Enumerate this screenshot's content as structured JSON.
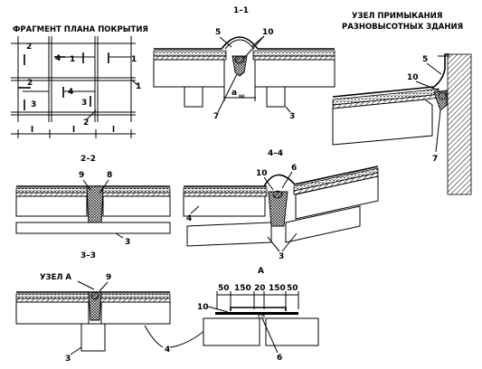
{
  "titles": {
    "plan_fragment": "ФРАГМЕНТ ПЛАНА ПОКРЫТИЯ",
    "junction_1": "УЗЕЛ ПРИМЫКАНИЯ",
    "junction_2": "РАЗНОВЫСОТНЫХ ЗДАНИЯ"
  },
  "sections": {
    "s11": "1–1",
    "s22": "2–2",
    "s33": "3–3",
    "s44": "4–4",
    "a": "А",
    "uzel_a": "УЗЕЛ А"
  },
  "dimension_a": {
    "d1": "50",
    "d2": "150",
    "d3": "20",
    "d4": "150",
    "d5": "50"
  },
  "dim_label": "a",
  "dim_sub": "ш",
  "plan_span": "l",
  "callouts": {
    "n1": "1",
    "n2": "2",
    "n3": "3",
    "n4": "4",
    "n5": "5",
    "n6": "6",
    "n7": "7",
    "n8": "8",
    "n9": "9",
    "n10": "10"
  }
}
